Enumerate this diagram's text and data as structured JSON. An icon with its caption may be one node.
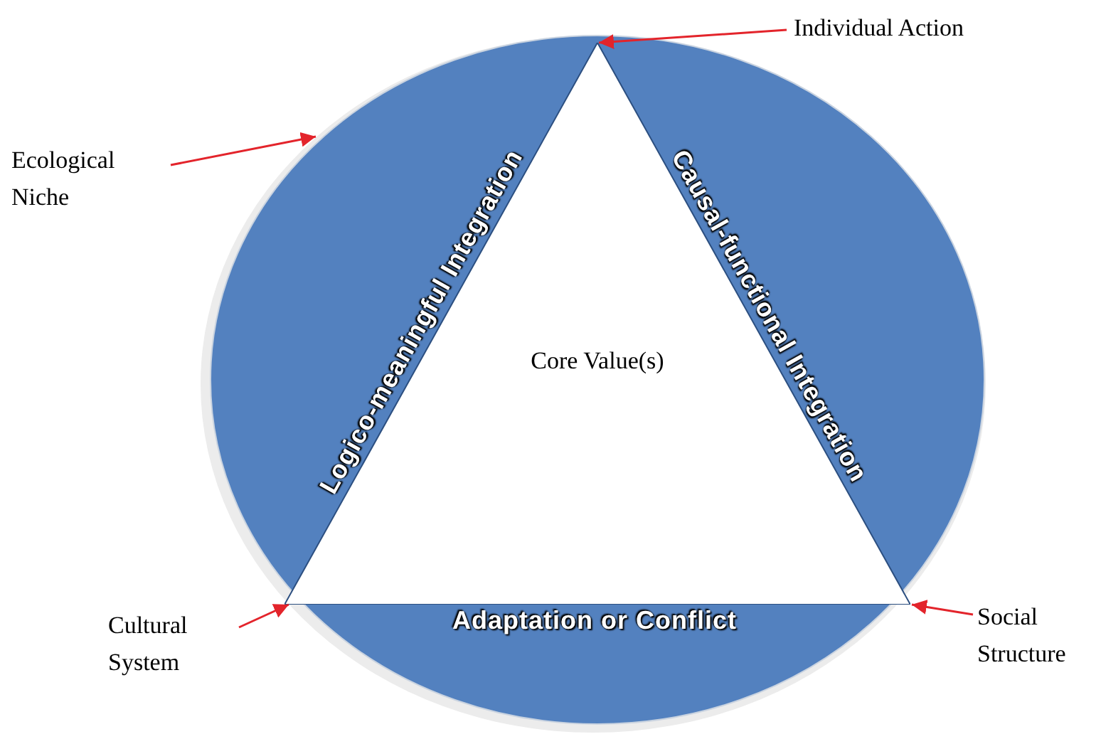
{
  "diagram": {
    "nodes": [
      {
        "text": [],
        "shape": "ellipse"
      },
      {
        "text": [
          "Core Value(s)"
        ],
        "in": 0
      },
      {
        "text": [
          "Individual Action"
        ]
      },
      {
        "text": [
          "Ecological Niche"
        ]
      },
      {
        "text": [
          "Cultural System"
        ]
      },
      {
        "text": [
          "Social Structure"
        ]
      }
    ],
    "edges": [
      {
        "from": 2,
        "to": 1,
        "arrow": "to"
      },
      {
        "from": 3,
        "to": 0,
        "arrow": "to"
      },
      {
        "from": 4,
        "to": 1,
        "arrow": "to"
      },
      {
        "from": 5,
        "to": 1,
        "arrow": "to"
      }
    ],
    "labels": [
      "Logico-meaningful Integration",
      "Causal-functional Integration",
      "Adaptation or Conflict"
    ]
  }
}
